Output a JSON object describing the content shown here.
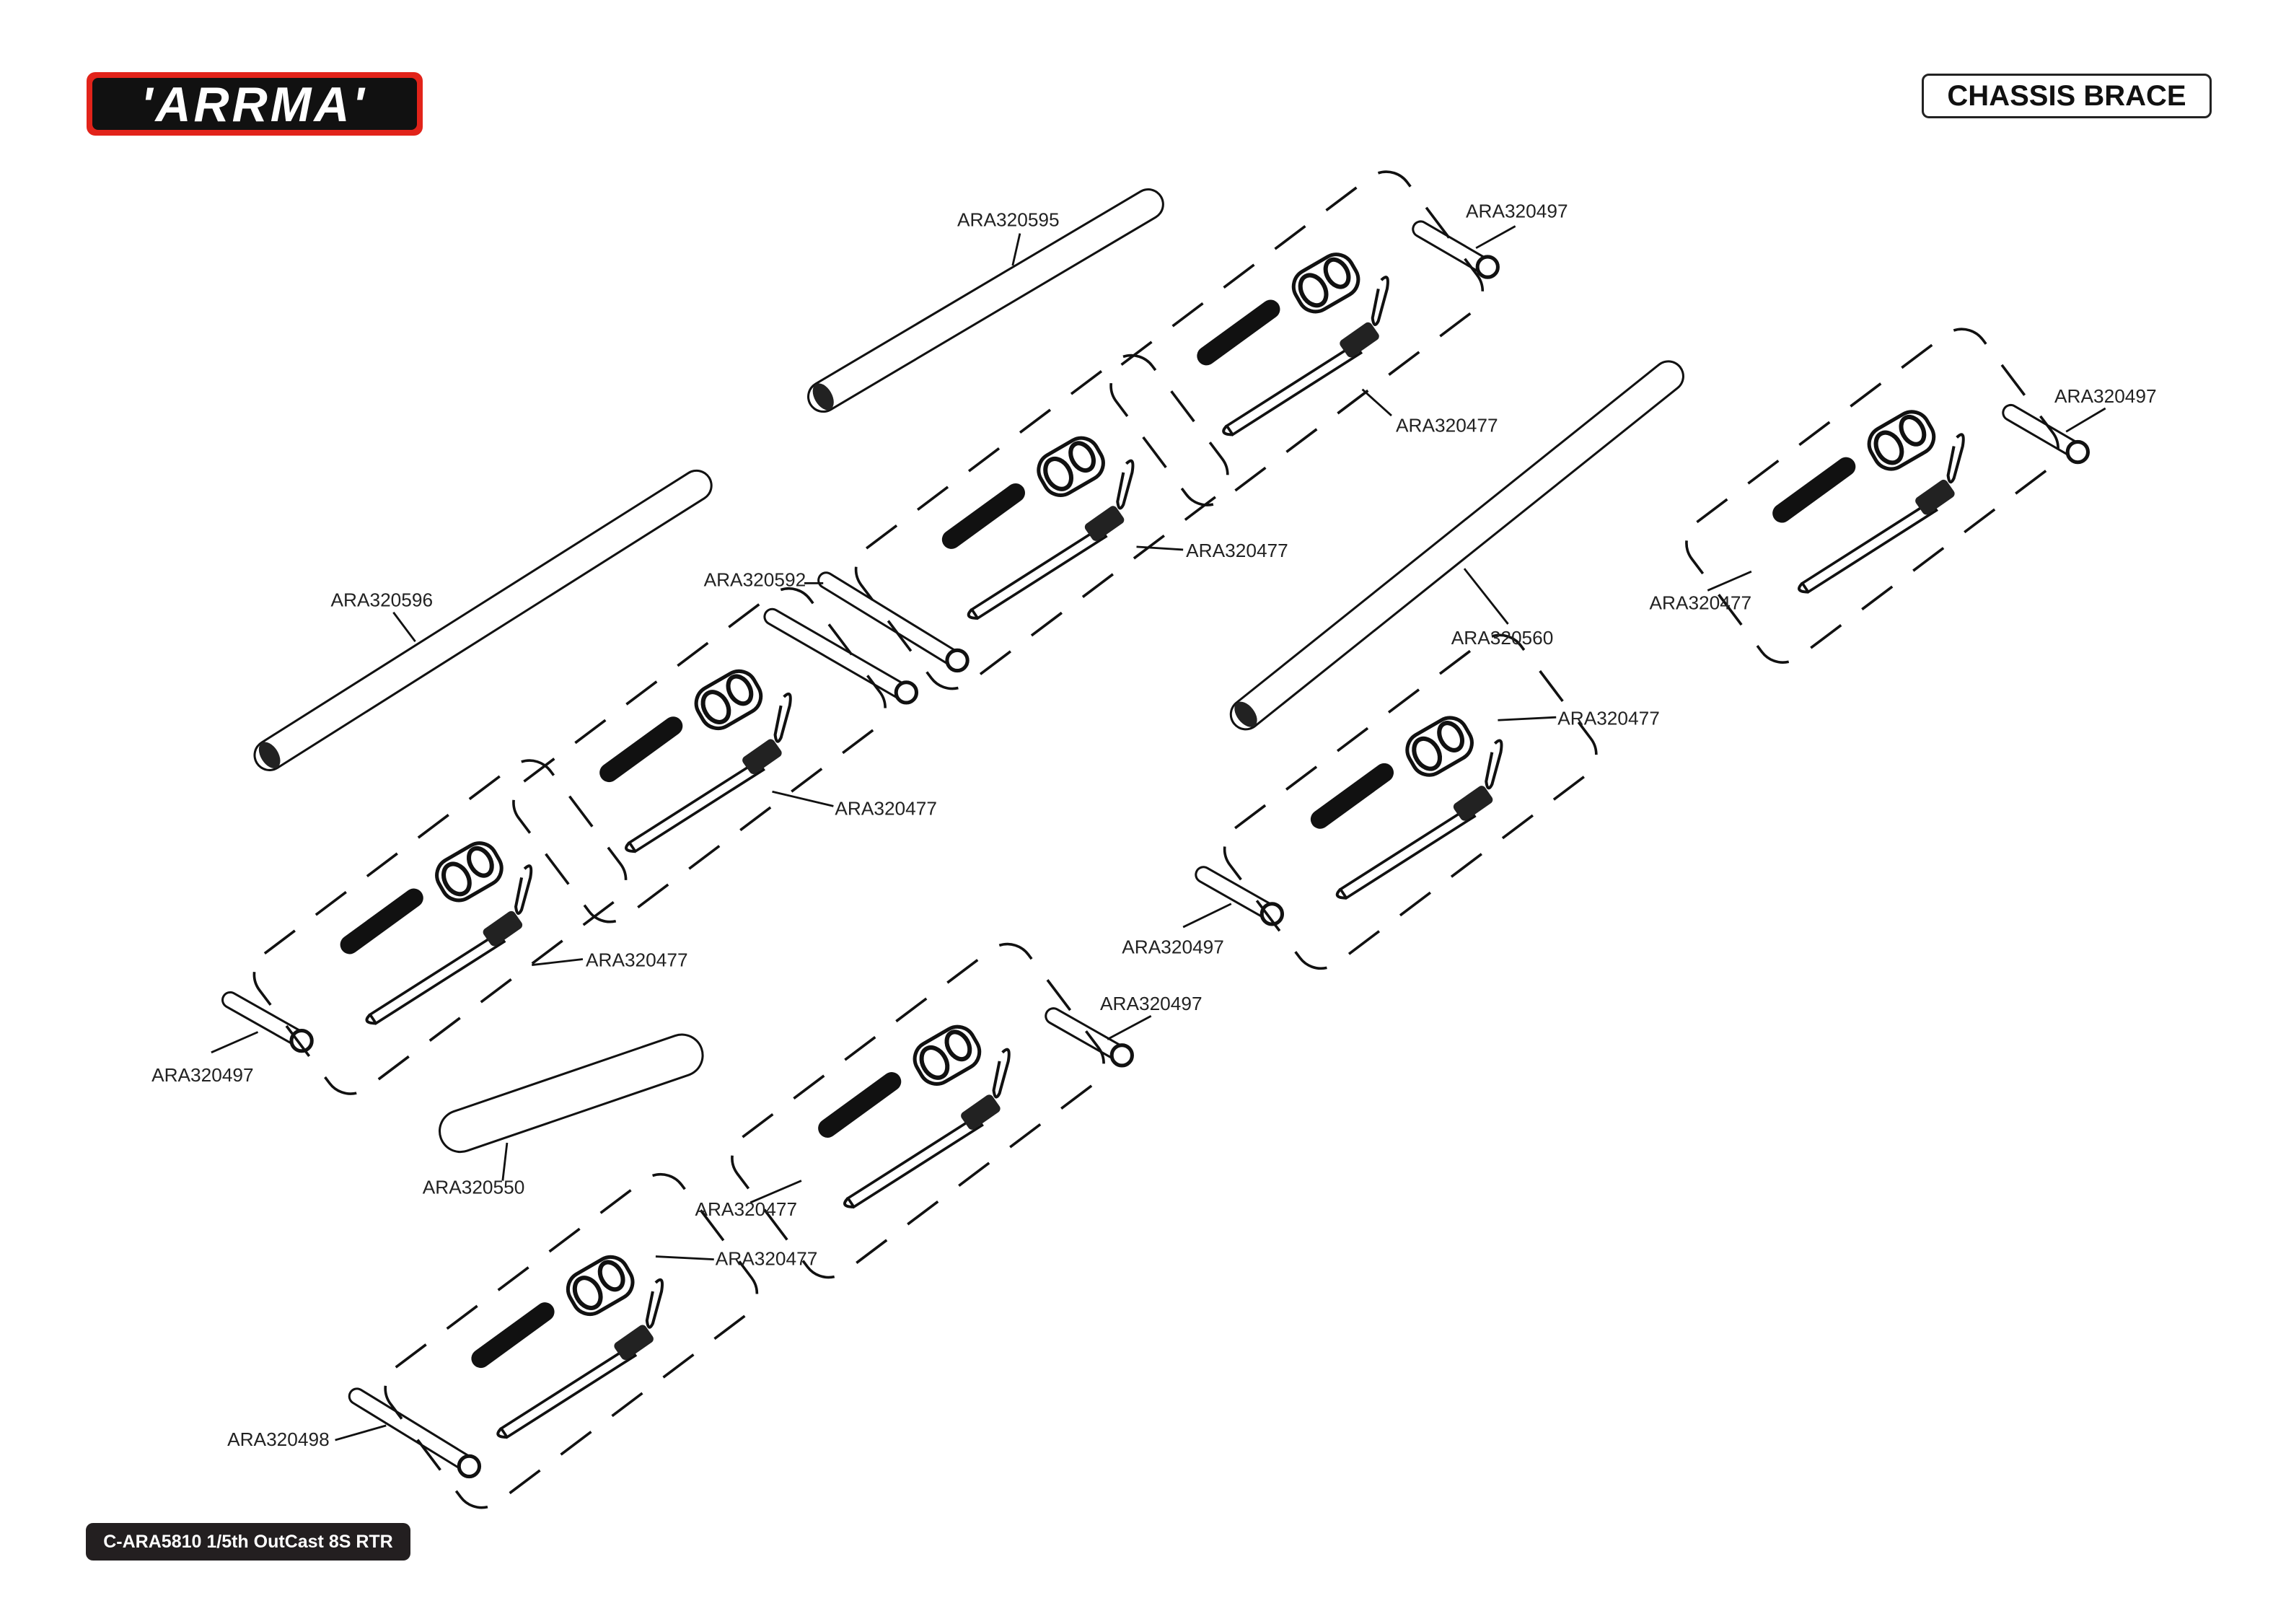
{
  "brand": {
    "logo_text": "ARRMA",
    "color": "#e2231a"
  },
  "header": {
    "section_title": "CHASSIS BRACE"
  },
  "footer": {
    "model": "C-ARA5810 1/5th OutCast 8S RTR"
  },
  "part_labels": [
    "ARA320595",
    "ARA320497",
    "ARA320477",
    "ARA320497",
    "ARA320477",
    "ARA320596",
    "ARA320592",
    "ARA320560",
    "ARA320477",
    "ARA320477",
    "ARA320477",
    "ARA320477",
    "ARA320497",
    "ARA320497",
    "ARA320497",
    "ARA320550",
    "ARA320477",
    "ARA320477",
    "ARA320498"
  ]
}
